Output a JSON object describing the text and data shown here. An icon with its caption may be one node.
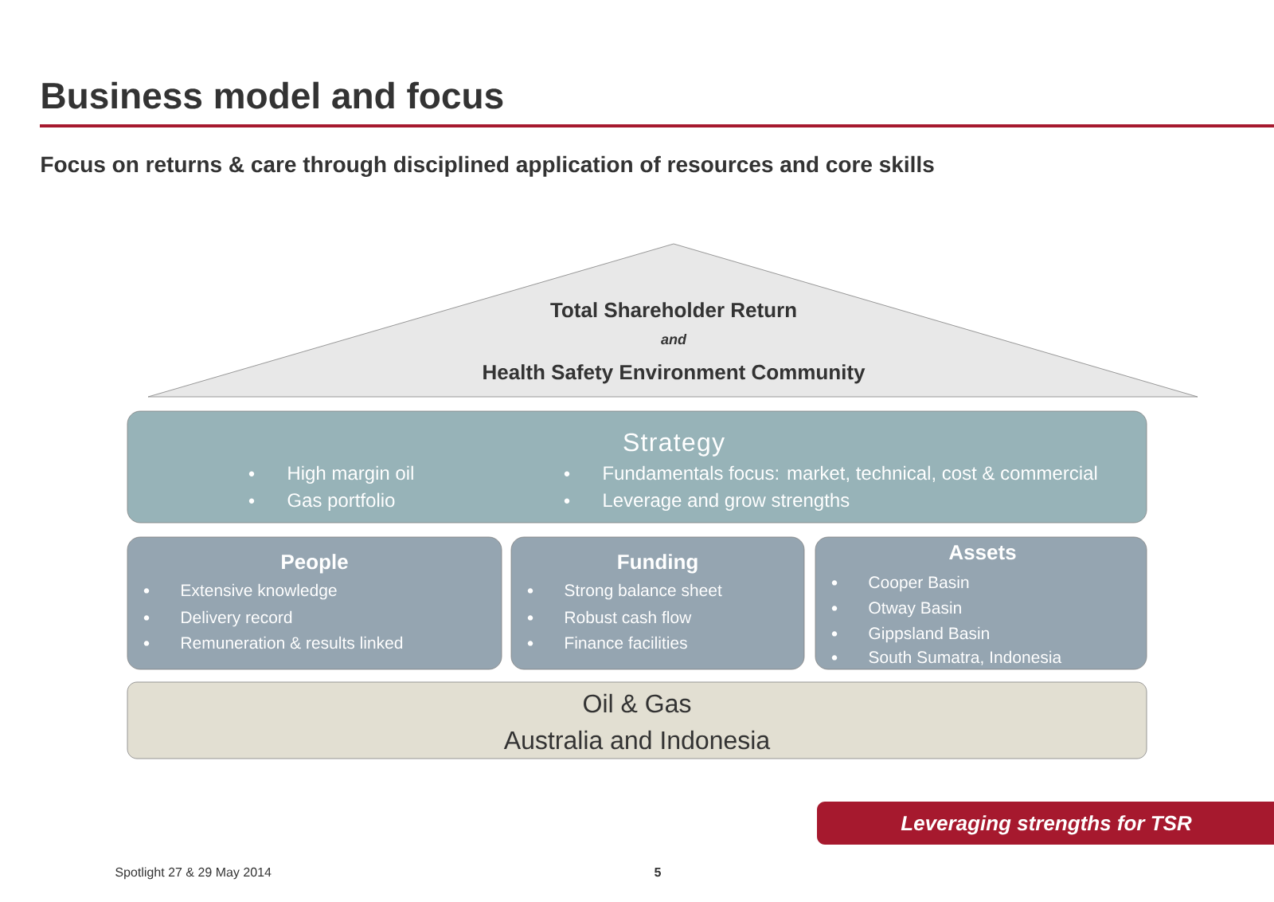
{
  "diagram": {
    "title": "Business model and focus",
    "nodes": [
      {
        "text": [
          "Total Shareholder Return",
          "and",
          "Health Safety Environment Community"
        ]
      },
      {
        "text": [
          "Strategy",
          "High margin oil",
          "Gas portfolio",
          "Fundamentals focus: market, technical, cost & commercial",
          "Leverage and grow strengths"
        ]
      },
      {
        "text": [
          "People",
          "Extensive knowledge",
          "Delivery record",
          "Remuneration & results linked"
        ]
      },
      {
        "text": [
          "Funding",
          "Strong balance sheet",
          "Robust cash flow",
          "Finance facilities"
        ]
      },
      {
        "text": [
          "Assets",
          "Cooper Basin",
          "Otway Basin",
          "Gippsland Basin",
          "South Sumatra, Indonesia"
        ]
      },
      {
        "text": [
          "Oil & Gas",
          "Australia and Indonesia"
        ]
      },
      {
        "text": [
          "Leveraging strengths for TSR"
        ]
      }
    ],
    "labels": [
      "Focus on returns & care through disciplined application of resources and core skills",
      "Spotlight 27 & 29 May 2014",
      "5"
    ]
  }
}
